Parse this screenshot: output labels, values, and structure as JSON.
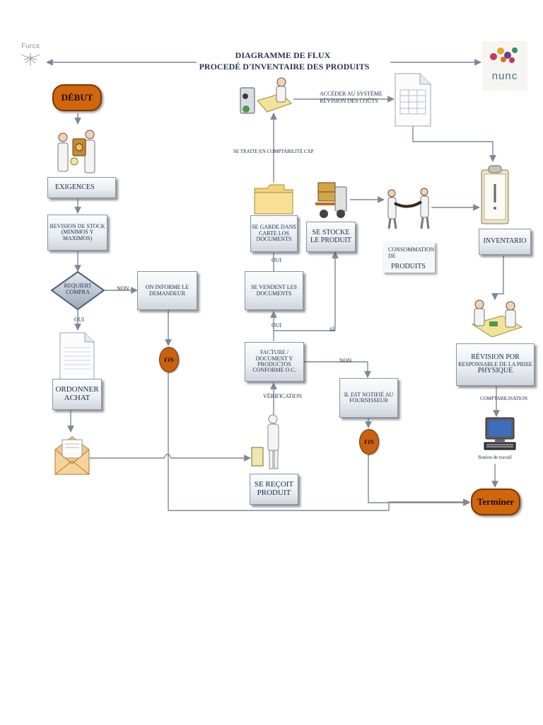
{
  "header": {
    "title_line1": "DIAGRAMME DE FLUX",
    "title_line2": "PROCEDÉ D'INVENTAIRE DES PRODUITS",
    "logo_left_text": "Furca",
    "logo_right_text": "nunc"
  },
  "nodes": {
    "debut": "DÉBUT",
    "exigences": "EXIGENCES",
    "revision_stock_l1": "REVISION DE STOCK",
    "revision_stock_l2": "(MINIMOS Y MAXIMOS)",
    "requiert_l1": "REQUIERT",
    "requiert_l2": "COMPRA",
    "informe_l1": "ON INFORME LE",
    "informe_l2": "DEMANDEUR",
    "fin": "FIN",
    "ordonner_l1": "ORDONNER",
    "ordonner_l2": "ACHAT",
    "recoit_l1": "SE REÇOIT",
    "recoit_l2": "PRODUIT",
    "facture_l1": "FACTURE /",
    "facture_l2": "DOCUMENT Y",
    "facture_l3": "PRODUCTOS",
    "facture_l4": "CONFORME O.C.",
    "notifie_l1": "IL EST NOTIFIÉ AU",
    "notifie_l2": "FOURNISSEUR",
    "vendent_l1": "SE VENDENT LES",
    "vendent_l2": "DOCUMENTS",
    "garde_l1": "SE GARDE DANS",
    "garde_l2": "CARTE LOS",
    "garde_l3": "DOCUMENTS",
    "stocke_l1": "SE STOCKE",
    "stocke_l2": "LE PRODUIT",
    "consommation_l1": "CONSOMMATION DE",
    "consommation_l2": "PRODUITS",
    "inventario": "INVENTARIO",
    "revision_por_l1": "RÉVISION POR",
    "revision_por_l2": "RESPONSABLE DE LA PRISE",
    "revision_por_l3": "PHYSIQUE",
    "terminer": "Terminer"
  },
  "edge_labels": {
    "non1": "NON",
    "oui1": "OUI",
    "oui2": "OUI",
    "oui3": "OUI",
    "si": "SÍ",
    "non2": "NON",
    "verification": "VÉRIFICATION",
    "se_traite": "SE TRAITE EN COMPTABILITÉ CXP",
    "acceder_l1": "ACCÉDER AU SYSTÈME",
    "acceder_l2": "RÉVISION DES COÛTS",
    "comptabilisation": "COMPTABILISATION",
    "station": "Station de travail"
  },
  "colors": {
    "terminal_fill": "#d2660c",
    "line": "#7f8796",
    "box_text": "#1f2a44"
  }
}
